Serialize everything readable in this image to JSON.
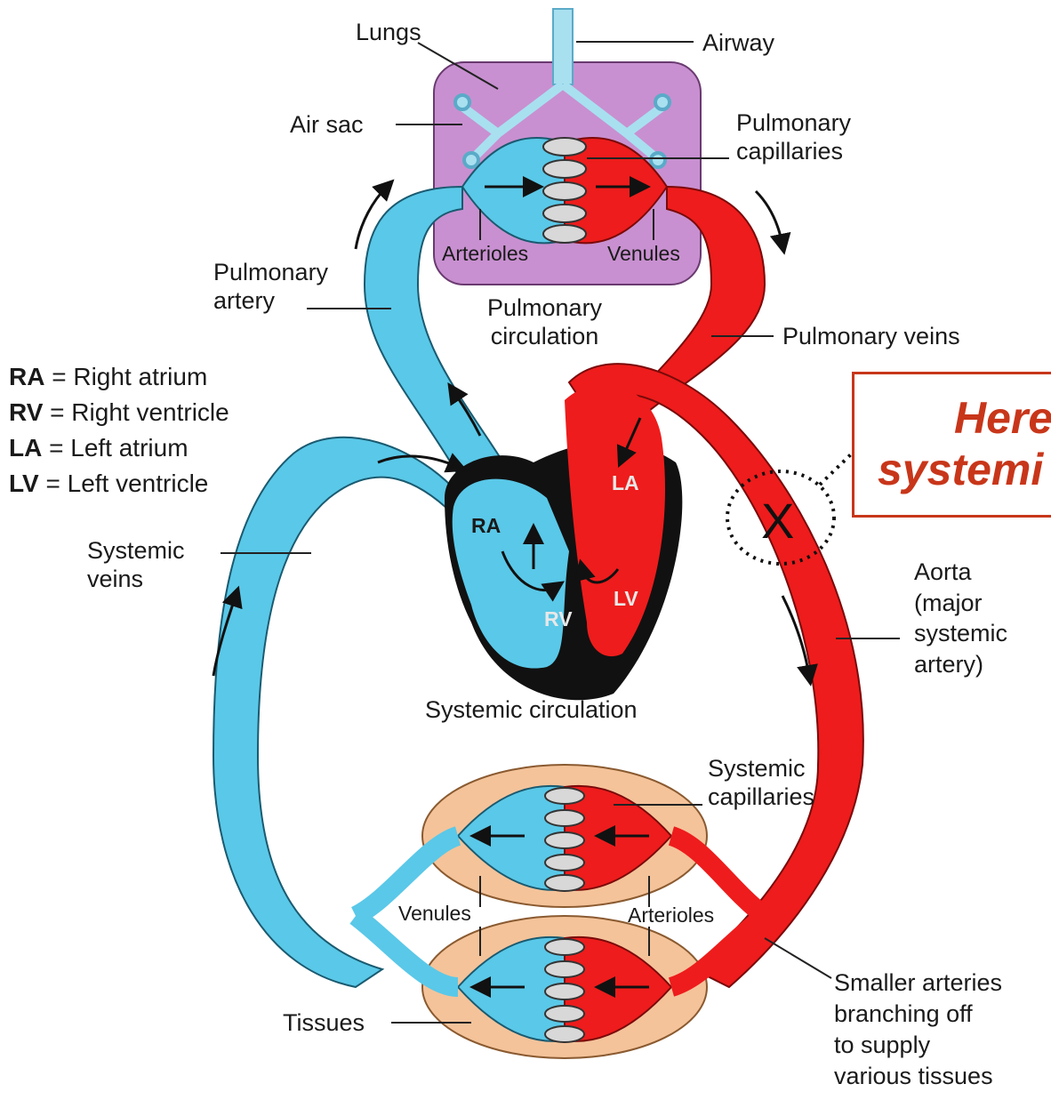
{
  "labels": {
    "lungs": "Lungs",
    "airway": "Airway",
    "air_sac": "Air sac",
    "pulmonary_capillaries": [
      "Pulmonary",
      "capillaries"
    ],
    "arterioles_top": "Arterioles",
    "venules_top": "Venules",
    "pulmonary_artery": [
      "Pulmonary",
      "artery"
    ],
    "pulmonary_circulation": [
      "Pulmonary",
      "circulation"
    ],
    "pulmonary_veins": "Pulmonary veins",
    "systemic_veins": [
      "Systemic",
      "veins"
    ],
    "aorta": [
      "Aorta",
      "(major",
      "systemic",
      "artery)"
    ],
    "systemic_circulation": "Systemic circulation",
    "systemic_capillaries": [
      "Systemic",
      "capillaries"
    ],
    "venules_bottom": "Venules",
    "arterioles_bottom": "Arterioles",
    "tissues": "Tissues",
    "smaller_arteries": [
      "Smaller arteries",
      "branching off",
      "to supply",
      "various tissues"
    ]
  },
  "chambers": {
    "ra": "RA",
    "rv": "RV",
    "la": "LA",
    "lv": "LV"
  },
  "legend": [
    {
      "abbr": "RA",
      "text": "= Right atrium"
    },
    {
      "abbr": "RV",
      "text": "= Right ventricle"
    },
    {
      "abbr": "LA",
      "text": "= Left atrium"
    },
    {
      "abbr": "LV",
      "text": "= Left ventricle"
    }
  ],
  "callout": {
    "line1": "Here",
    "line2": "systemi",
    "marker": "X"
  },
  "colors": {
    "oxygen_poor_blood": "#5ac8e8",
    "oxygen_rich_blood": "#ee1c1c",
    "lung_tissue": "#c890d0",
    "body_tissue": "#f4c39a",
    "heart_muscle": "#111111",
    "callout_accent": "#c8361a"
  }
}
